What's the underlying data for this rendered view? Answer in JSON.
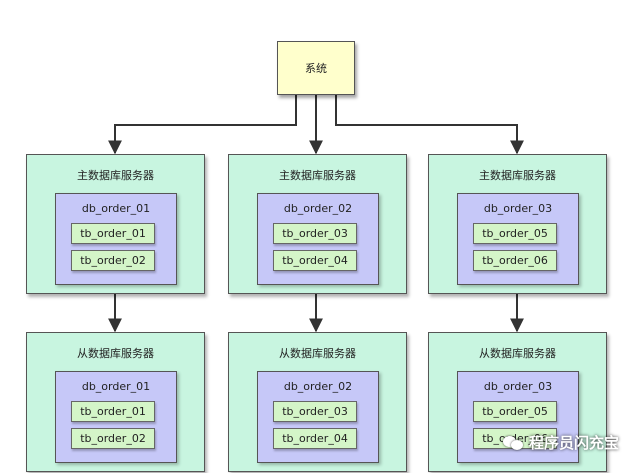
{
  "system": {
    "label": "系统"
  },
  "columns": [
    {
      "master": {
        "label": "主数据库服务器",
        "db": "db_order_01",
        "tables": [
          "tb_order_01",
          "tb_order_02"
        ]
      },
      "slave": {
        "label": "从数据库服务器",
        "db": "db_order_01",
        "tables": [
          "tb_order_01",
          "tb_order_02"
        ]
      }
    },
    {
      "master": {
        "label": "主数据库服务器",
        "db": "db_order_02",
        "tables": [
          "tb_order_03",
          "tb_order_04"
        ]
      },
      "slave": {
        "label": "从数据库服务器",
        "db": "db_order_02",
        "tables": [
          "tb_order_03",
          "tb_order_04"
        ]
      }
    },
    {
      "master": {
        "label": "主数据库服务器",
        "db": "db_order_03",
        "tables": [
          "tb_order_05",
          "tb_order_06"
        ]
      },
      "slave": {
        "label": "从数据库服务器",
        "db": "db_order_03",
        "tables": [
          "tb_order_05",
          "tb_order_06"
        ]
      }
    }
  ],
  "watermark": {
    "text": "程序员闪充宝"
  },
  "colors": {
    "system_fill": "#ffffcc",
    "server_fill": "#c8f5e0",
    "db_fill": "#c6c8f8",
    "table_fill": "#d4f5c8",
    "line": "#333333"
  }
}
